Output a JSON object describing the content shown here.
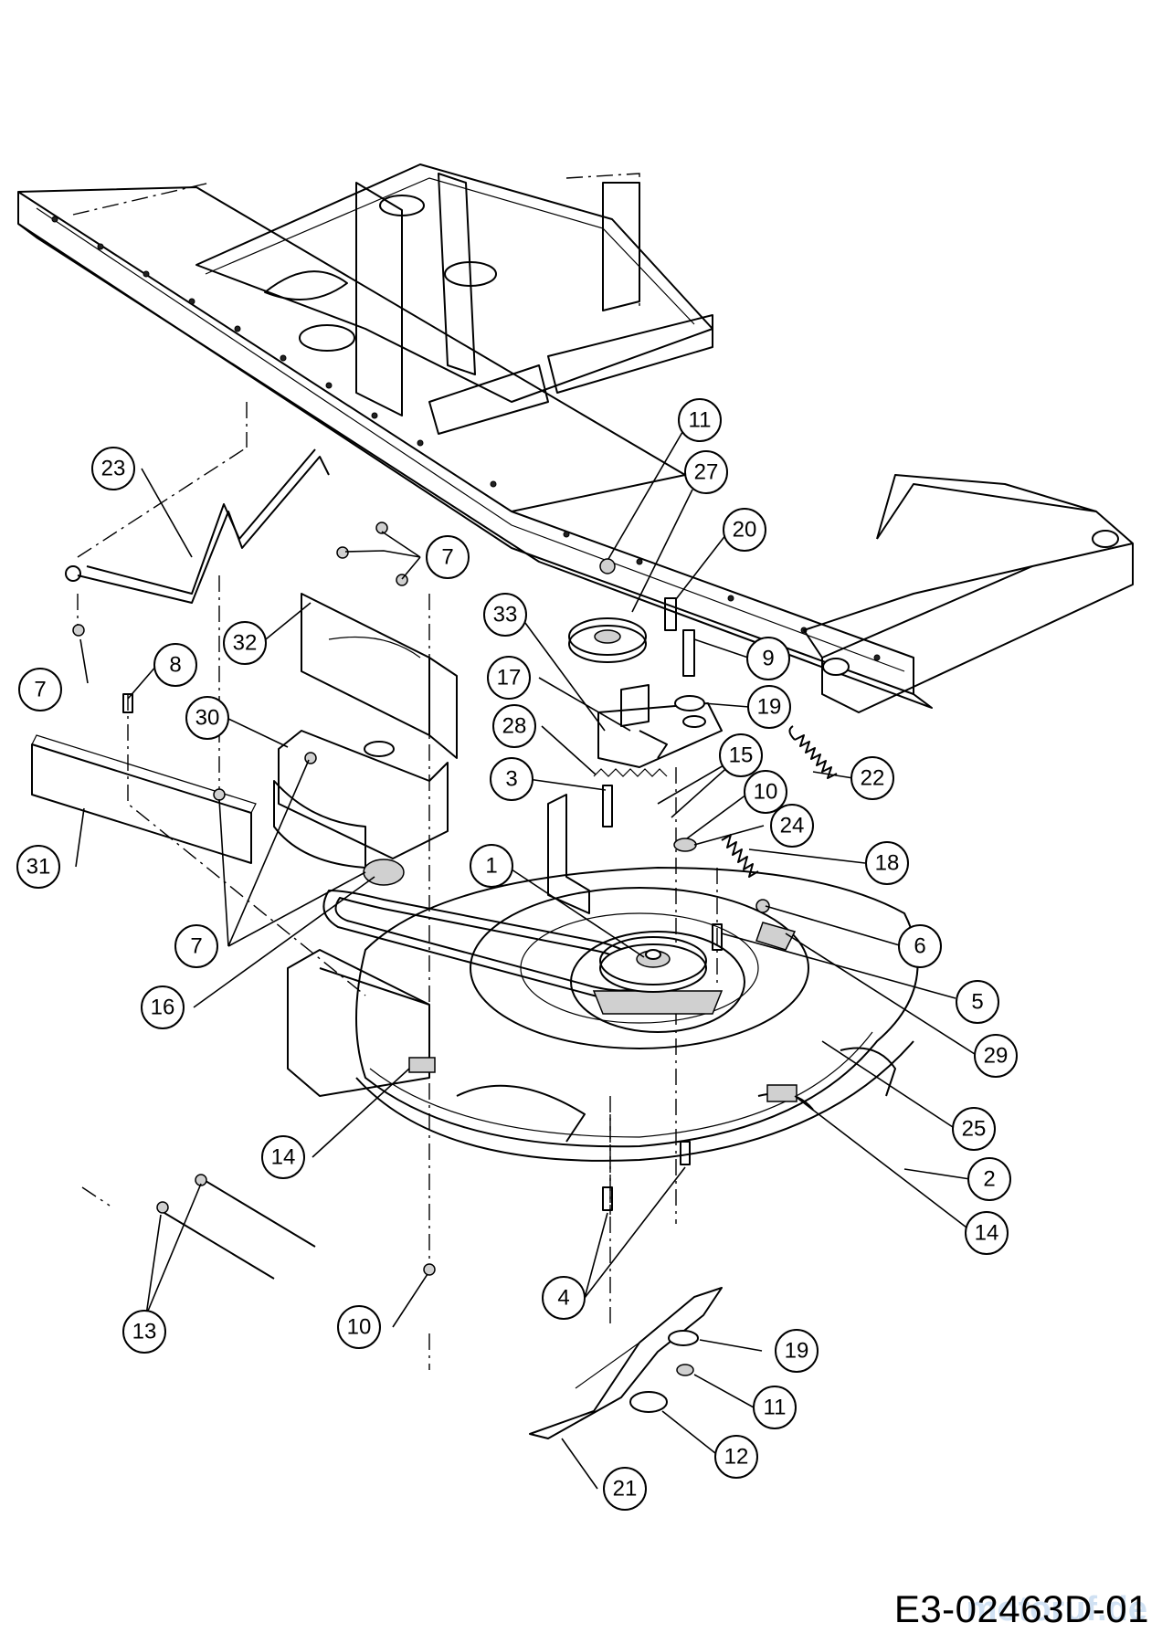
{
  "drawing_code": "E3-02463D-01",
  "watermark": "motoruf.de",
  "callouts": [
    {
      "label": "11"
    },
    {
      "label": "27"
    },
    {
      "label": "20"
    },
    {
      "label": "23"
    },
    {
      "label": "7"
    },
    {
      "label": "33"
    },
    {
      "label": "9"
    },
    {
      "label": "17"
    },
    {
      "label": "19"
    },
    {
      "label": "32"
    },
    {
      "label": "8"
    },
    {
      "label": "7"
    },
    {
      "label": "28"
    },
    {
      "label": "30"
    },
    {
      "label": "15"
    },
    {
      "label": "22"
    },
    {
      "label": "3"
    },
    {
      "label": "10"
    },
    {
      "label": "24"
    },
    {
      "label": "18"
    },
    {
      "label": "31"
    },
    {
      "label": "1"
    },
    {
      "label": "6"
    },
    {
      "label": "7"
    },
    {
      "label": "5"
    },
    {
      "label": "16"
    },
    {
      "label": "29"
    },
    {
      "label": "25"
    },
    {
      "label": "14"
    },
    {
      "label": "2"
    },
    {
      "label": "14"
    },
    {
      "label": "4"
    },
    {
      "label": "10"
    },
    {
      "label": "13"
    },
    {
      "label": "19"
    },
    {
      "label": "11"
    },
    {
      "label": "12"
    },
    {
      "label": "21"
    }
  ]
}
